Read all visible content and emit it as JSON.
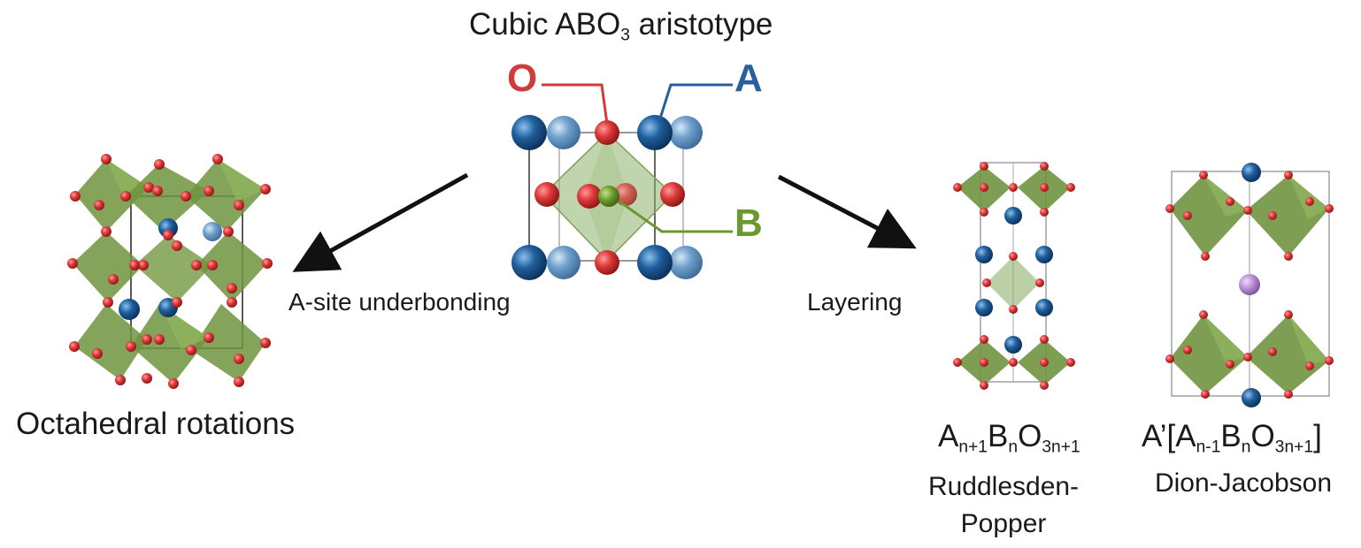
{
  "title": {
    "pre": "Cubic ABO",
    "sub": "3",
    "post": " aristotype"
  },
  "sites": {
    "o": "O",
    "a": "A",
    "b": "B"
  },
  "arrows": {
    "left_label": "A-site underbonding",
    "right_label": "Layering"
  },
  "captions": {
    "rotations": "Octahedral rotations"
  },
  "ruddlesden_popper": {
    "formula": {
      "a": "A",
      "a_sub": "n+1",
      "b": "B",
      "b_sub": "n",
      "o": "O",
      "o_sub": "3n+1"
    },
    "name": "Ruddlesden-Popper"
  },
  "dion_jacobson": {
    "formula": {
      "prefix": "A’[A",
      "a_sub": "n-1",
      "b": "B",
      "b_sub": "n",
      "o": "O",
      "o_sub": "3n+1",
      "suffix": "]"
    },
    "name": "Dion-Jacobson"
  },
  "colors": {
    "oxygen": "#d03b3b",
    "a_site": "#2a5f9e",
    "b_site": "#6a9a2e",
    "octahedron": "#6f9440",
    "a_prime": "#b98ed3"
  }
}
